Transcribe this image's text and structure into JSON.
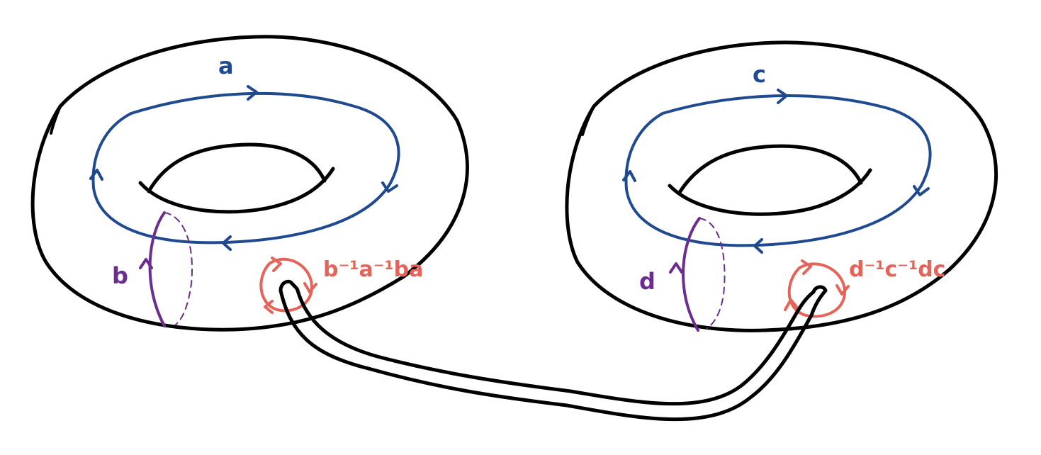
{
  "labels": {
    "left_top_loop": "a",
    "left_meridian": "b",
    "left_commutator": "b⁻¹a⁻¹ba",
    "right_top_loop": "c",
    "right_meridian": "d",
    "right_commutator": "d⁻¹c⁻¹dc"
  },
  "colors": {
    "outline": "#000000",
    "loop_blue": "#1f4a8f",
    "meridian_purple": "#6b2d8f",
    "commutator_red": "#e5645a"
  }
}
